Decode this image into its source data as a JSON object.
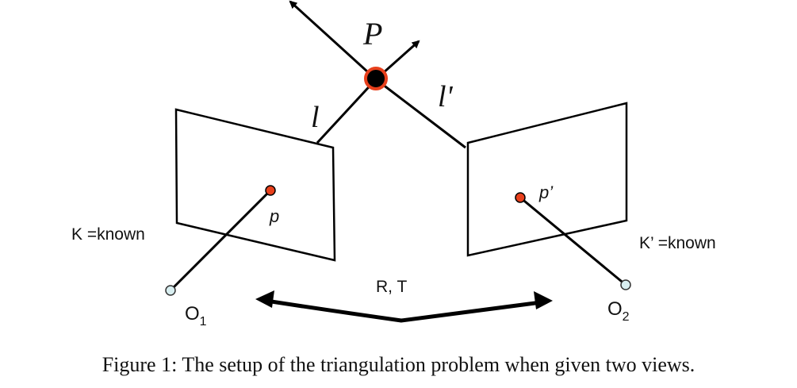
{
  "labels": {
    "point": "P",
    "ray_left": "l",
    "ray_right": "l'",
    "proj_left": "p",
    "proj_right": "p’",
    "intrinsics_left": "K =known",
    "intrinsics_right": "K’ =known",
    "extrinsics": "R, T",
    "center_left_base": "O",
    "center_left_sub": "1",
    "center_right_base": "O",
    "center_right_sub": "2"
  },
  "caption": "Figure 1: The setup of the triangulation problem when given two views.",
  "colors": {
    "point_fill": "#000000",
    "point_ring": "#e8401c",
    "projection_fill": "#e8401c",
    "camera_center_fill": "#d8eef0",
    "line": "#000000"
  }
}
